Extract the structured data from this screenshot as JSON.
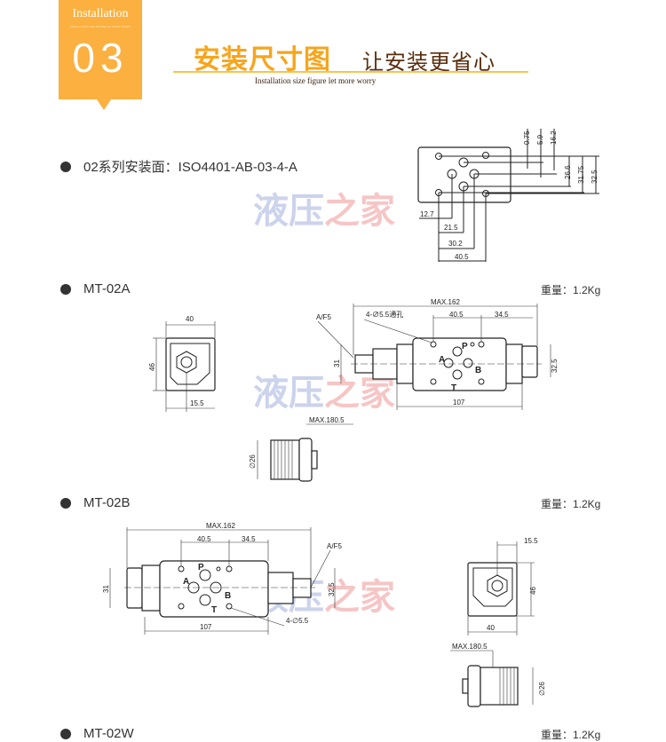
{
  "header": {
    "badge_label": "Installation",
    "badge_fine": "INSTALLATION SIZE FIGURE LET MORE WORRY",
    "badge_number": "03",
    "title": "安装尺寸图",
    "title_suffix": "让安装更省心",
    "subtitle": "Installation size figure let more worry"
  },
  "watermark": "液压之家",
  "sections": [
    {
      "label": "02系列安装面：ISO4401-AB-03-4-A"
    },
    {
      "label": "MT-02A",
      "weight": "重量：1.2Kg"
    },
    {
      "label": "MT-02B",
      "weight": "重量：1.2Kg"
    },
    {
      "label": "MT-02W",
      "weight": "重量：1.2Kg"
    }
  ],
  "mount_face": {
    "right_dims": [
      "0.75",
      "5.9",
      "16.2",
      "26.6",
      "31.75",
      "32.5"
    ],
    "bottom_dims": [
      "12.7",
      "21.5",
      "30.2",
      "40.5"
    ]
  },
  "mt02a": {
    "side": {
      "width": "40",
      "height": "46",
      "offset": "15.5"
    },
    "max_len": "MAX.162",
    "d1": "40.5",
    "d2": "34.5",
    "af": "A/F5",
    "holes": "4-∅5.5通孔",
    "h31": "31",
    "h325": "32.5",
    "body": "107",
    "ports": [
      "P",
      "A",
      "B",
      "T"
    ],
    "max_handle": "MAX.180.5",
    "dia": "∅26"
  },
  "mt02b": {
    "side": {
      "width": "40",
      "height": "46",
      "offset": "15.5"
    },
    "max_len": "MAX.162",
    "d1": "40.5",
    "d2": "34.5",
    "af": "A/F5",
    "holes": "4-∅5.5",
    "h31": "31",
    "h325": "32.5",
    "body": "107",
    "ports": [
      "P",
      "A",
      "B",
      "T"
    ],
    "max_handle": "MAX.180.5",
    "dia": "∅26"
  }
}
